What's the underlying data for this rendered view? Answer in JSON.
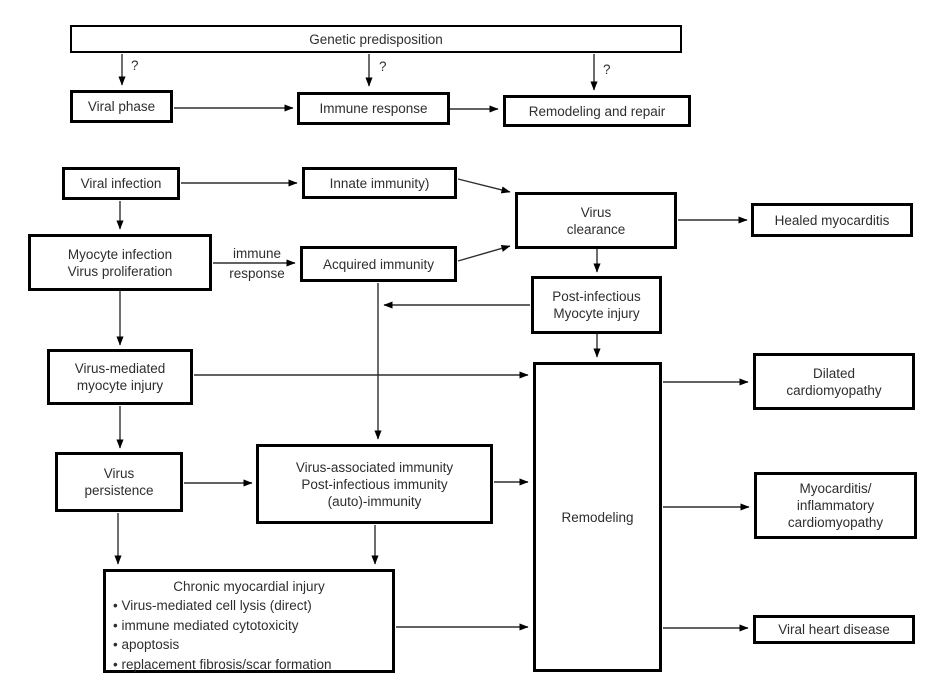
{
  "diagram": {
    "nodes": {
      "genetic_predisposition": {
        "label": "Genetic predisposition"
      },
      "viral_phase": {
        "label": "Viral phase"
      },
      "immune_response": {
        "label": "Immune response"
      },
      "remodeling_and_repair": {
        "label": "Remodeling and repair"
      },
      "viral_infection": {
        "label": "Viral infection"
      },
      "innate_immunity": {
        "label": "Innate immunity)"
      },
      "acquired_immunity": {
        "label": "Acquired immunity"
      },
      "myocyte_infection": {
        "lines": [
          "Myocyte infection",
          "Virus proliferation"
        ]
      },
      "virus_clearance": {
        "lines": [
          "Virus",
          "clearance"
        ]
      },
      "healed_myocarditis": {
        "label": "Healed myocarditis"
      },
      "post_infectious_injury": {
        "lines": [
          "Post-infectious",
          "Myocyte injury"
        ]
      },
      "virus_mediated_injury": {
        "lines": [
          "Virus-mediated",
          "myocyte injury"
        ]
      },
      "virus_persistence": {
        "lines": [
          "Virus",
          "persistence"
        ]
      },
      "virus_associated_immunity": {
        "lines": [
          "Virus-associated immunity",
          "Post-infectious immunity",
          "(auto)-immunity"
        ]
      },
      "chronic_myocardial_injury": {
        "title": "Chronic myocardial injury",
        "bullets": [
          "• Virus-mediated cell lysis (direct)",
          "• immune mediated cytotoxicity",
          "• apoptosis",
          "• replacement fibrosis/scar formation"
        ]
      },
      "remodeling": {
        "label": "Remodeling"
      },
      "dilated_cardiomyopathy": {
        "lines": [
          "Dilated",
          "cardiomyopathy"
        ]
      },
      "myocarditis_inflammatory": {
        "lines": [
          "Myocarditis/",
          "inflammatory",
          "cardiomyopathy"
        ]
      },
      "viral_heart_disease": {
        "label": "Viral heart disease"
      }
    },
    "edge_labels": {
      "question_mark": "?",
      "immune": "immune",
      "response": "response"
    },
    "colors": {
      "box_border": "#000000",
      "arrow": "#2f2f2f",
      "background": "#ffffff",
      "text": "#2e2e2e"
    }
  }
}
